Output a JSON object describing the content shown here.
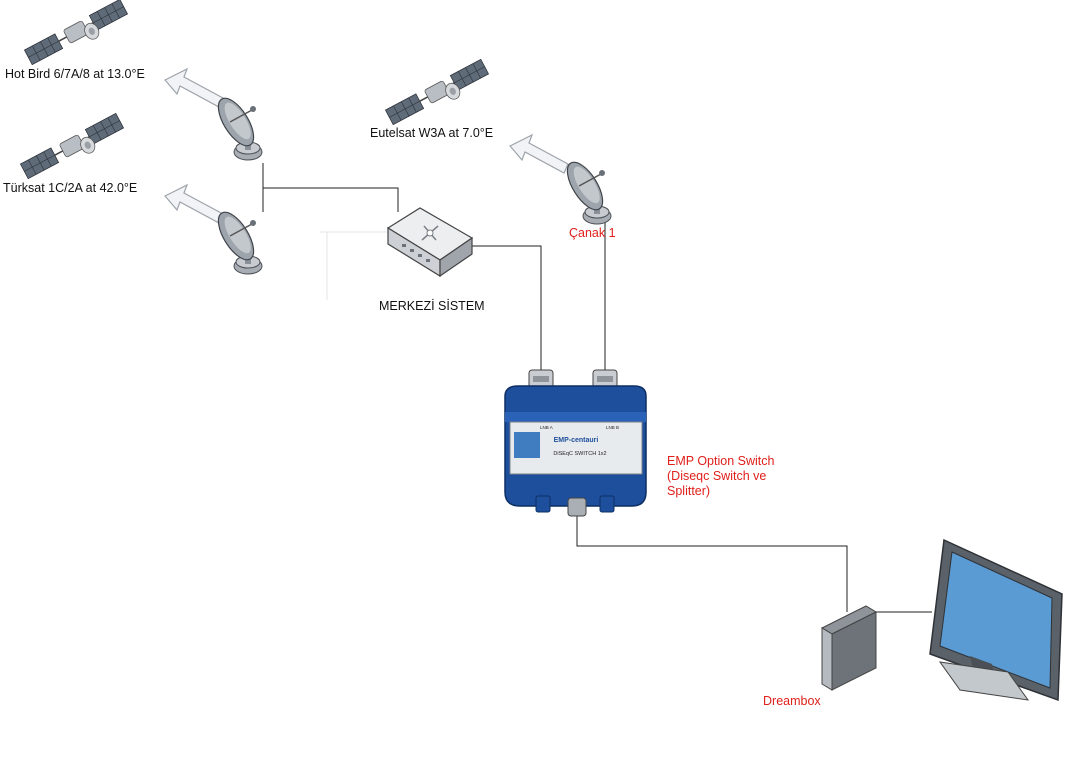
{
  "labels": {
    "hotbird": "Hot Bird 6/7A/8 at 13.0°E",
    "turksat": "Türksat 1C/2A at 42.0°E",
    "eutelsat": "Eutelsat W3A at 7.0°E",
    "canak": "Çanak 1",
    "merkezi": "MERKEZİ SİSTEM",
    "emp": "EMP Option Switch (Diseqc Switch ve Splitter)",
    "dreambox": "Dreambox"
  },
  "device_text": {
    "brand": "EMP-centauri",
    "model": "DiSEqC SWITCH 1x2",
    "port_a_label": "LNB A",
    "port_b_label": "LNB B"
  },
  "icons": [
    "satellite-icon",
    "satellite-dish-icon",
    "network-switch-icon",
    "diseqc-switch-icon",
    "set-top-box-icon",
    "monitor-icon",
    "direction-arrow-icon"
  ],
  "colors": {
    "label_red": "#e0201b",
    "device_blue": "#1d4f9c",
    "monitor_screen": "#5a9bd3",
    "cable": "#222222"
  }
}
